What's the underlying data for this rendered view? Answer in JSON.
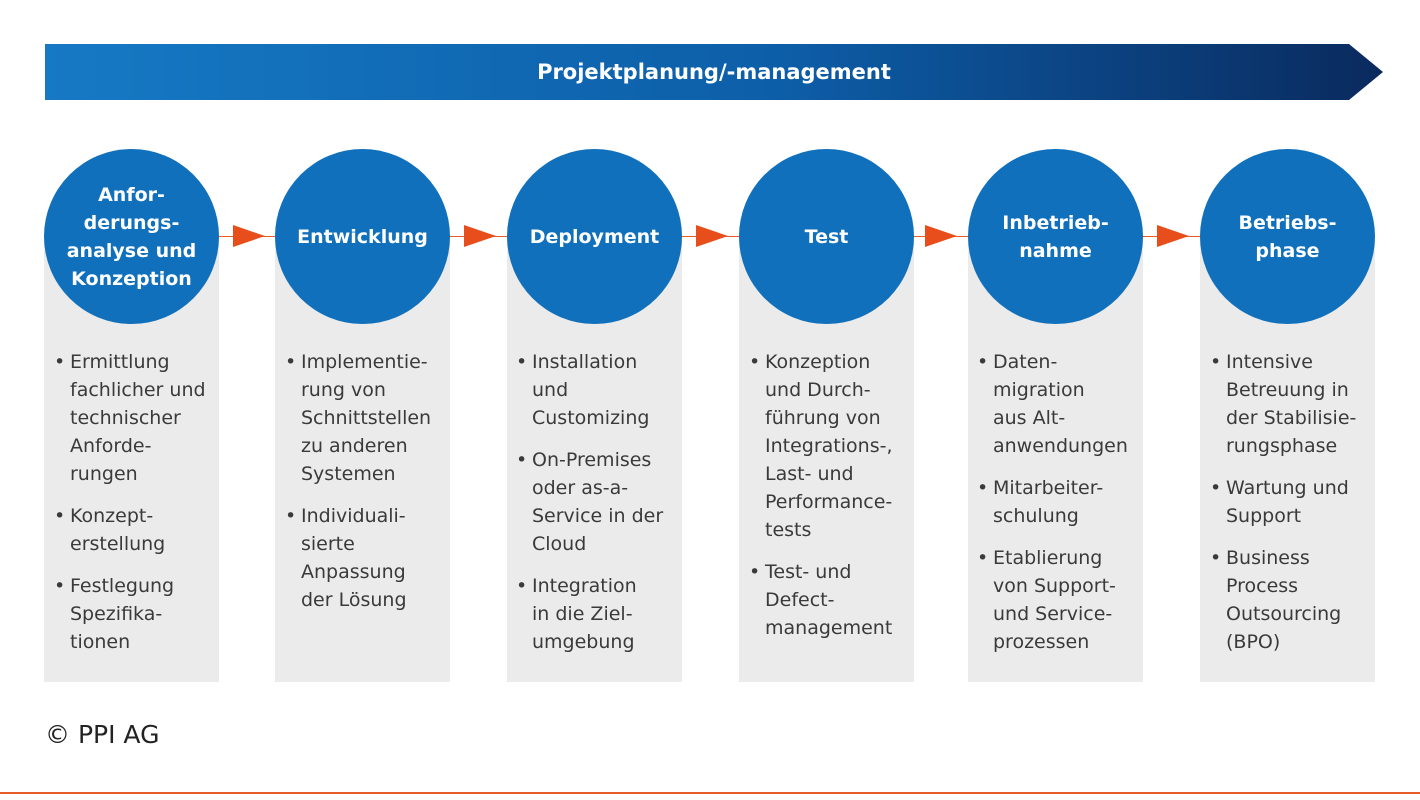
{
  "banner": {
    "title": "Projektplanung/-management"
  },
  "colors": {
    "banner_start": "#1679c4",
    "banner_end": "#0a2a5e",
    "circle": "#1070bb",
    "arrow": "#e84e1b",
    "column_bg": "#ebebeb"
  },
  "phases": [
    {
      "title": "Anfor-\nderungs-\nanalyse und\nKonzeption",
      "items": [
        "Ermittlung\nfachlicher und\ntechnischer\nAnforde-\nrungen",
        "Konzept-\nerstellung",
        "Festlegung\nSpezifika-\ntionen"
      ]
    },
    {
      "title": "Entwicklung",
      "items": [
        "Implementie-\nrung von\nSchnittstellen\nzu anderen\nSystemen",
        "Individuali-\nsierte\nAnpassung\nder Lösung"
      ]
    },
    {
      "title": "Deployment",
      "items": [
        "Installation\nund\nCustomizing",
        "On-Premises\noder as-a-\nService in der\nCloud",
        "Integration\nin die Ziel-\numgebung"
      ]
    },
    {
      "title": "Test",
      "items": [
        "Konzeption\nund Durch-\nführung von\nIntegrations-,\nLast- und\nPerformance-\ntests",
        "Test- und\nDefect-\nmanagement"
      ]
    },
    {
      "title": "Inbetrieb-\nnahme",
      "items": [
        "Daten-\nmigration\naus Alt-\nanwendungen",
        "Mitarbeiter-\nschulung",
        "Etablierung\nvon Support-\nund Service-\nprozessen"
      ]
    },
    {
      "title": "Betriebs-\nphase",
      "items": [
        "Intensive\nBetreuung in\nder Stabilisie-\nrungsphase",
        "Wartung und\nSupport",
        "Business\nProcess\nOutsourcing\n(BPO)"
      ]
    }
  ],
  "bullet": "•",
  "footer": {
    "copyright": "© PPI AG"
  }
}
